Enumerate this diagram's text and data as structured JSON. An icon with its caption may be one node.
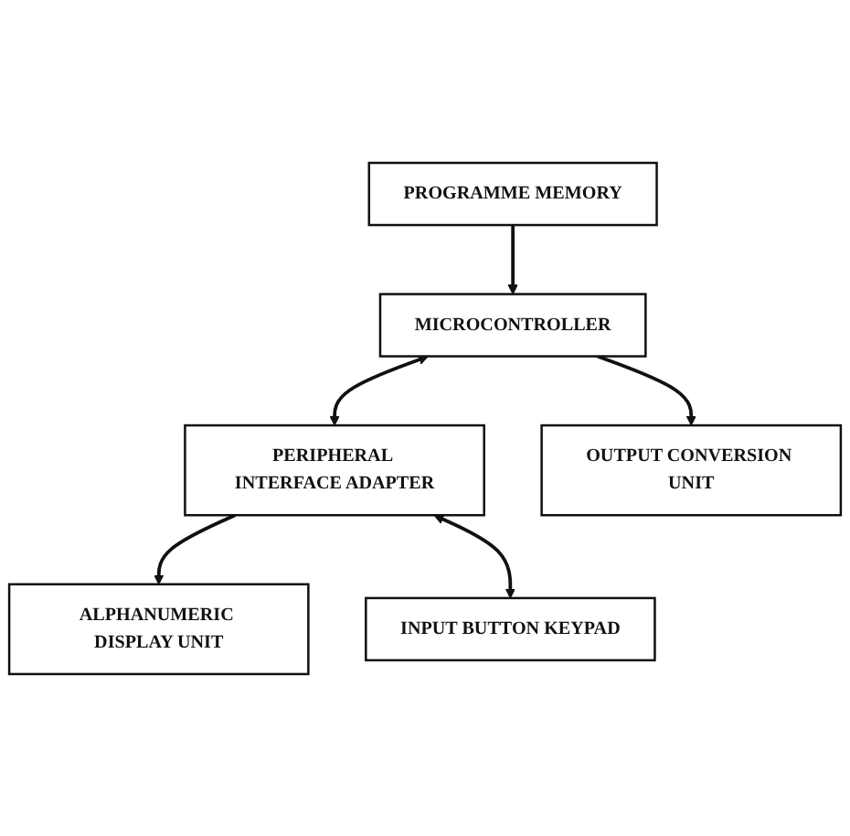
{
  "diagram": {
    "nodes": [
      {
        "text": [
          "PROGRAMME MEMORY"
        ]
      },
      {
        "text": [
          "ALPHANUMERIC DISPLAY UNIT"
        ]
      },
      {
        "text": [
          "MICROCONTROLLER"
        ]
      },
      {
        "text": [
          "PERIPHERAL INTERFACE ADAPTER"
        ]
      },
      {
        "text": [
          "OUTPUT CONVERSION UNIT"
        ]
      },
      {
        "text": [
          "INPUT BUTTON KEYPAD"
        ]
      }
    ],
    "edges": [
      {
        "from": 0,
        "to": 2,
        "arrow": "to"
      },
      {
        "from": 2,
        "to": 3,
        "arrow": "both"
      },
      {
        "from": 3,
        "to": 1,
        "arrow": "to"
      },
      {
        "from": 2,
        "to": 4,
        "arrow": "to"
      },
      {
        "from": 3,
        "to": 5,
        "arrow": "both"
      }
    ]
  }
}
